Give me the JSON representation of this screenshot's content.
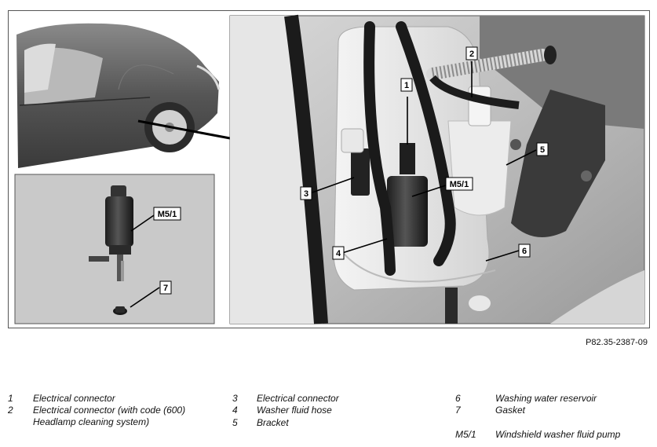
{
  "figure": {
    "reference": "P82.35-2387-09",
    "callouts": [
      "1",
      "2",
      "3",
      "4",
      "5",
      "6",
      "7",
      "M5/1",
      "M5/1"
    ]
  },
  "legend": {
    "items": [
      {
        "num": "1",
        "text": "Electrical connector"
      },
      {
        "num": "2",
        "text": "Electrical connector (with code (600)"
      },
      {
        "num": "",
        "text": "Headlamp cleaning system)"
      },
      {
        "num": "3",
        "text": "Electrical connector"
      },
      {
        "num": "4",
        "text": "Washer fluid hose"
      },
      {
        "num": "5",
        "text": "Bracket"
      },
      {
        "num": "6",
        "text": "Washing water reservoir"
      },
      {
        "num": "7",
        "text": "Gasket"
      },
      {
        "num": "M5/1",
        "text": "Windshield washer fluid pump"
      }
    ]
  }
}
